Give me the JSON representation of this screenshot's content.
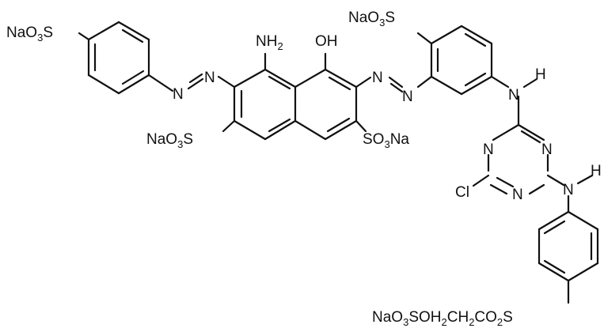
{
  "labels": {
    "so3na_left_top": "NaO3S",
    "nh2": "NH2",
    "oh": "OH",
    "so3na_right_top": "NaO3S",
    "azo_left": "N=N",
    "azo_right": "N=N",
    "so3na_naph_left": "NaO3S",
    "so3na_naph_right": "SO3Na",
    "nh_upper": "N",
    "h_upper": "H",
    "triazine_n_left": "N",
    "triazine_n_right": "N",
    "triazine_n_bottom": "N",
    "cl": "Cl",
    "nh_lower": "N",
    "h_lower": "H",
    "bottom_chain": "NaO3SOH2CH2CO2S"
  }
}
